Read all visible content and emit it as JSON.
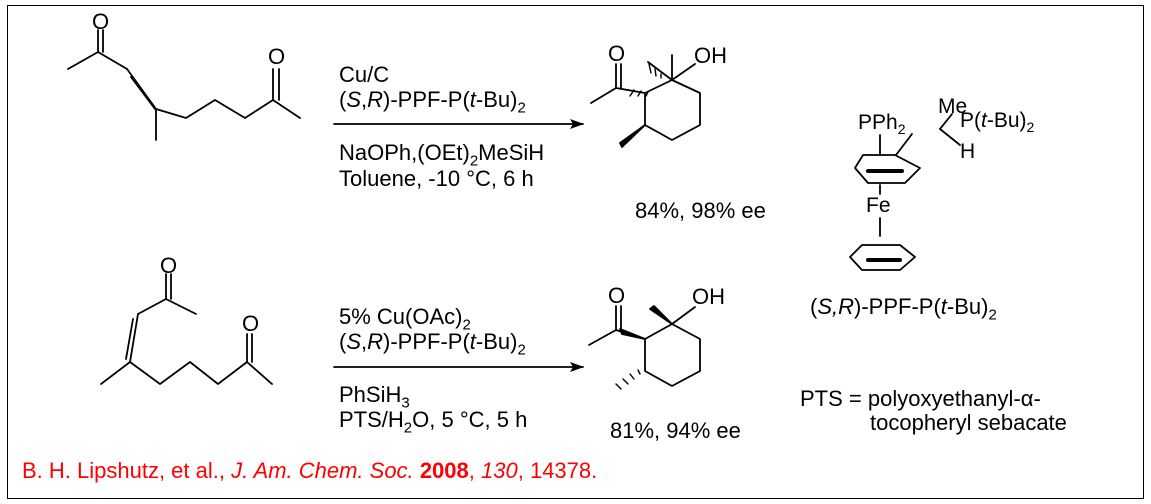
{
  "reaction1": {
    "reagents": [
      "Cu/C",
      "(S,R)-PPF-P(t-Bu)2"
    ],
    "conditions": [
      "NaOPh,(OEt)2MeSiH",
      "Toluene, -10 °C, 6 h"
    ],
    "yield": "84%, 98% ee"
  },
  "reaction2": {
    "reagents": [
      "5% Cu(OAc)2",
      "(S,R)-PPF-P(t-Bu)2"
    ],
    "conditions": [
      "PhSiH3",
      "PTS/H2O, 5 °C, 5 h"
    ],
    "yield": "81%, 94% ee"
  },
  "atoms": {
    "O": "O",
    "OH": "OH",
    "Fe": "Fe",
    "H": "H",
    "PPh2": "PPh2",
    "Me": "Me",
    "PtBu2": "P(t-Bu)2"
  },
  "ligand": {
    "name": "(S,R)-PPF-P(t-Bu)2"
  },
  "pts": {
    "line1": "PTS = polyoxyethanyl-α-",
    "line2": "tocopheryl sebacate"
  },
  "citation": {
    "authors": "B. H. Lipshutz, et al., ",
    "journal": "J. Am. Chem. Soc.",
    "year": "2008",
    "volume": "130",
    "pages": "14378."
  },
  "colors": {
    "citation": "#ff0000",
    "ink": "#000000"
  }
}
